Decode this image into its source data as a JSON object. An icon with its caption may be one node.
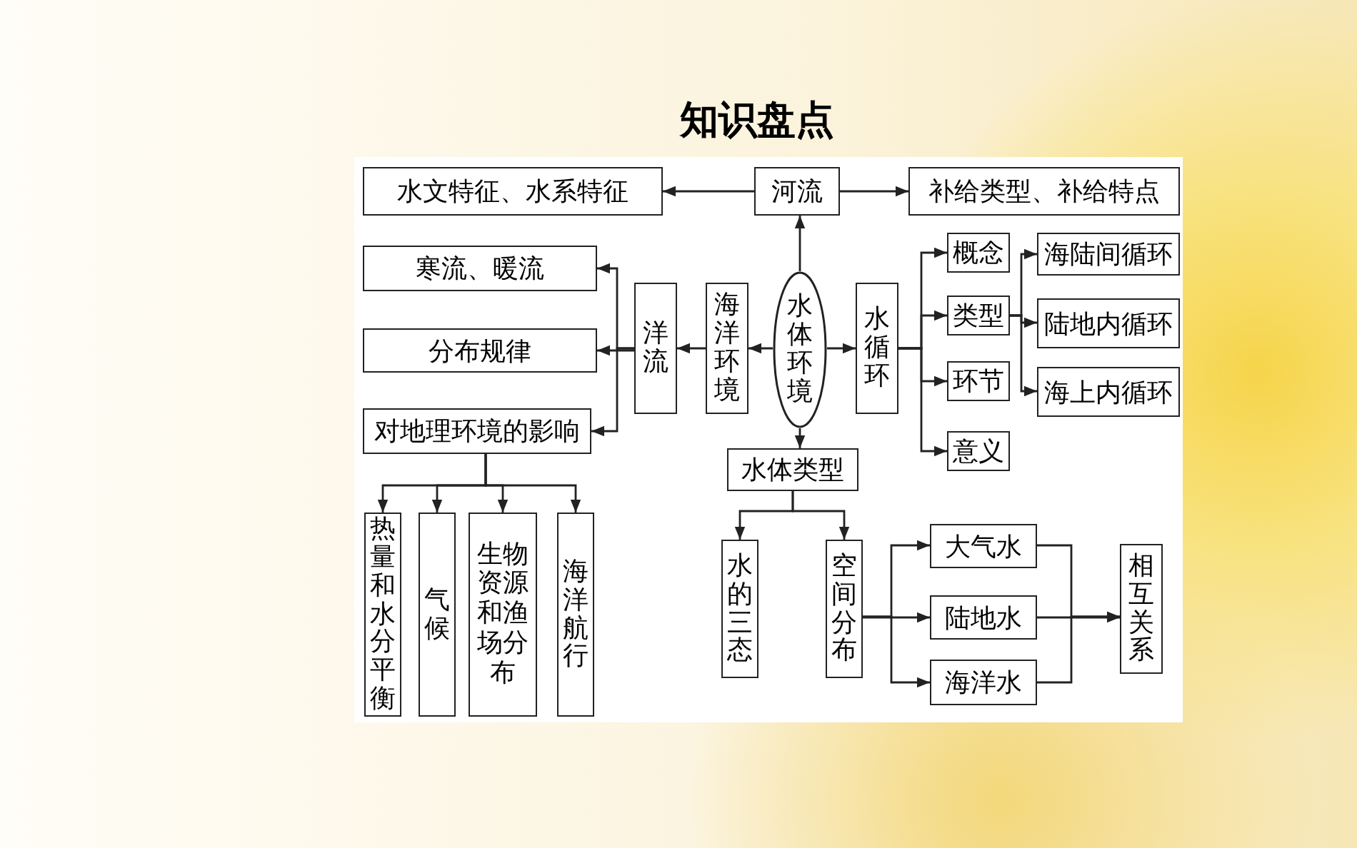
{
  "diagram": {
    "title": "知识盘点",
    "nodes": [
      {
        "text": [
          "水体环境"
        ]
      },
      {
        "text": [
          "河流"
        ]
      },
      {
        "text": [
          "水文特征、水系特征"
        ]
      },
      {
        "text": [
          "补给类型、补给特点"
        ]
      },
      {
        "text": [
          "海洋环境"
        ]
      },
      {
        "text": [
          "洋流"
        ]
      },
      {
        "text": [
          "寒流、暖流"
        ]
      },
      {
        "text": [
          "分布规律"
        ]
      },
      {
        "text": [
          "对地理环境的影响"
        ]
      },
      {
        "text": [
          "热量和水分平衡"
        ]
      },
      {
        "text": [
          "气候"
        ]
      },
      {
        "text": [
          "生物资源和渔场分布"
        ]
      },
      {
        "text": [
          "海洋航行"
        ]
      },
      {
        "text": [
          "水循环"
        ]
      },
      {
        "text": [
          "概念"
        ]
      },
      {
        "text": [
          "类型"
        ]
      },
      {
        "text": [
          "环节"
        ]
      },
      {
        "text": [
          "意义"
        ]
      },
      {
        "text": [
          "海陆间循环"
        ]
      },
      {
        "text": [
          "陆地内循环"
        ]
      },
      {
        "text": [
          "海上内循环"
        ]
      },
      {
        "text": [
          "水体类型"
        ]
      },
      {
        "text": [
          "水的三态"
        ]
      },
      {
        "text": [
          "空间分布"
        ]
      },
      {
        "text": [
          "大气水"
        ]
      },
      {
        "text": [
          "陆地水"
        ]
      },
      {
        "text": [
          "海洋水"
        ]
      },
      {
        "text": [
          "相互关系"
        ]
      }
    ],
    "edges": [
      {
        "from": 0,
        "to": 1,
        "arrow": "to"
      },
      {
        "from": 1,
        "to": 2,
        "arrow": "to"
      },
      {
        "from": 1,
        "to": 3,
        "arrow": "to"
      },
      {
        "from": 0,
        "to": 4,
        "arrow": "to"
      },
      {
        "from": 4,
        "to": 5,
        "arrow": "to"
      },
      {
        "from": 5,
        "to": 6,
        "arrow": "to"
      },
      {
        "from": 5,
        "to": 7,
        "arrow": "to"
      },
      {
        "from": 5,
        "to": 8,
        "arrow": "to"
      },
      {
        "from": 8,
        "to": 9,
        "arrow": "to"
      },
      {
        "from": 8,
        "to": 10,
        "arrow": "to"
      },
      {
        "from": 8,
        "to": 11,
        "arrow": "to"
      },
      {
        "from": 8,
        "to": 12,
        "arrow": "to"
      },
      {
        "from": 0,
        "to": 13,
        "arrow": "to"
      },
      {
        "from": 13,
        "to": 14,
        "arrow": "to"
      },
      {
        "from": 13,
        "to": 15,
        "arrow": "to"
      },
      {
        "from": 13,
        "to": 16,
        "arrow": "to"
      },
      {
        "from": 13,
        "to": 17,
        "arrow": "to"
      },
      {
        "from": 15,
        "to": 18,
        "arrow": "to"
      },
      {
        "from": 15,
        "to": 19,
        "arrow": "to"
      },
      {
        "from": 15,
        "to": 20,
        "arrow": "to"
      },
      {
        "from": 0,
        "to": 21,
        "arrow": "to"
      },
      {
        "from": 21,
        "to": 22,
        "arrow": "to"
      },
      {
        "from": 21,
        "to": 23,
        "arrow": "to"
      },
      {
        "from": 23,
        "to": 24,
        "arrow": "to"
      },
      {
        "from": 23,
        "to": 25,
        "arrow": "to"
      },
      {
        "from": 23,
        "to": 26,
        "arrow": "to"
      },
      {
        "from": 24,
        "to": 27,
        "arrow": "to"
      },
      {
        "from": 25,
        "to": 27,
        "arrow": "to"
      },
      {
        "from": 26,
        "to": 27,
        "arrow": "to"
      }
    ]
  }
}
